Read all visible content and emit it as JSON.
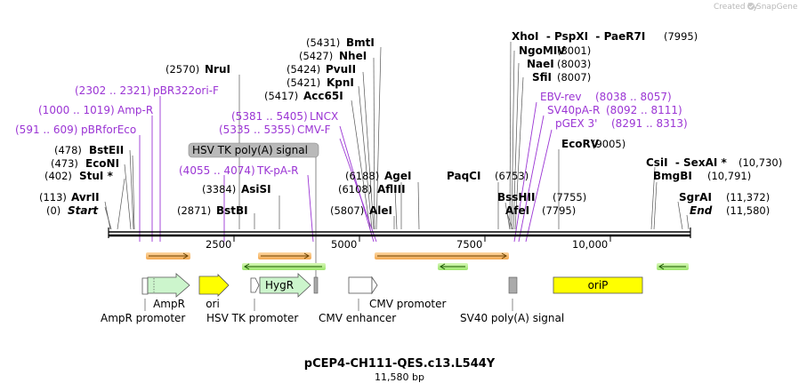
{
  "brand": {
    "text": "Created by",
    "name": "SnapGene"
  },
  "title": "pCEP4-CH111-QES.c13.L544Y",
  "subtitle": "11,580 bp",
  "ruler_ticks": [
    "2500",
    "5000",
    "7500",
    "10,000"
  ],
  "enzymes_left": [
    {
      "pos": "(0)",
      "name": "Start"
    },
    {
      "pos": "(113)",
      "name": "AvrII"
    },
    {
      "pos": "(402)",
      "name": "StuI *"
    },
    {
      "pos": "(473)",
      "name": "EcoNI"
    },
    {
      "pos": "(478)",
      "name": "BstEII"
    }
  ],
  "enzymes_mid": [
    {
      "pos": "(2871)",
      "name": "BstBI"
    },
    {
      "pos": "(3384)",
      "name": "AsiSI"
    },
    {
      "pos": "(2570)",
      "name": "NruI"
    },
    {
      "pos": "(5417)",
      "name": "Acc65I"
    },
    {
      "pos": "(5421)",
      "name": "KpnI"
    },
    {
      "pos": "(5424)",
      "name": "PvuII"
    },
    {
      "pos": "(5427)",
      "name": "NheI"
    },
    {
      "pos": "(5431)",
      "name": "BmtI"
    },
    {
      "pos": "(5807)",
      "name": "AleI"
    },
    {
      "pos": "(6108)",
      "name": "AflIII"
    },
    {
      "pos": "(6188)",
      "name": "AgeI"
    },
    {
      "pos": "",
      "name": "PaqCI"
    }
  ],
  "enzymes_right": [
    {
      "pos": "(6753)",
      "name": "BssHII"
    },
    {
      "pos": "(7755)",
      "name": ""
    },
    {
      "pos": "(7795)",
      "name": ""
    },
    {
      "pos": "",
      "name": "AfeI"
    },
    {
      "pos": "(9005)",
      "name": "EcoRV"
    },
    {
      "pos": "(8007)",
      "name": "SfiI"
    },
    {
      "pos": "(8003)",
      "name": "NaeI"
    },
    {
      "pos": "(8001)",
      "name": "NgoMIV"
    },
    {
      "pos": "(7995)",
      "name": "XhoI  - PspXI  - PaeR7I"
    },
    {
      "pos": "(10,730)",
      "name": "CsiI  - SexAI *"
    },
    {
      "pos": "(10,791)",
      "name": "BmgBI"
    },
    {
      "pos": "(11,372)",
      "name": "SgrAI"
    },
    {
      "pos": "(11,580)",
      "name": "End"
    }
  ],
  "primers": [
    {
      "text": "pBR322ori-F",
      "pos": "(2302 .. 2321)"
    },
    {
      "text": "Amp-R",
      "pos": "(1000 .. 1019)"
    },
    {
      "text": "pBRforEco",
      "pos": "(591 .. 609)"
    },
    {
      "text": "LNCX",
      "pos": "(5381 .. 5405)"
    },
    {
      "text": "CMV-F",
      "pos": "(5335 .. 5355)"
    },
    {
      "text": "TK-pA-R",
      "pos": "(4055 .. 4074)"
    },
    {
      "text": "EBV-rev",
      "pos": "(8038 .. 8057)"
    },
    {
      "text": "SV40pA-R",
      "pos": "(8092 .. 8111)"
    },
    {
      "text": "pGEX 3'",
      "pos": "(8291 .. 8313)"
    }
  ],
  "features": {
    "hsv_polya": "HSV TK poly(A) signal",
    "ampr": "AmpR",
    "ori": "ori",
    "hygr": "HygR",
    "cmv_promoter": "CMV promoter",
    "orip": "oriP",
    "ampr_promoter": "AmpR promoter",
    "hsv_tk_promoter": "HSV TK promoter",
    "cmv_enhancer": "CMV enhancer",
    "sv40_polya": "SV40 poly(A) signal"
  },
  "colors": {
    "primer": "#9b35d4",
    "ampr": "#ccf5cc",
    "ori": "#ffff00",
    "orip": "#ffff00",
    "bar": "#000000"
  }
}
